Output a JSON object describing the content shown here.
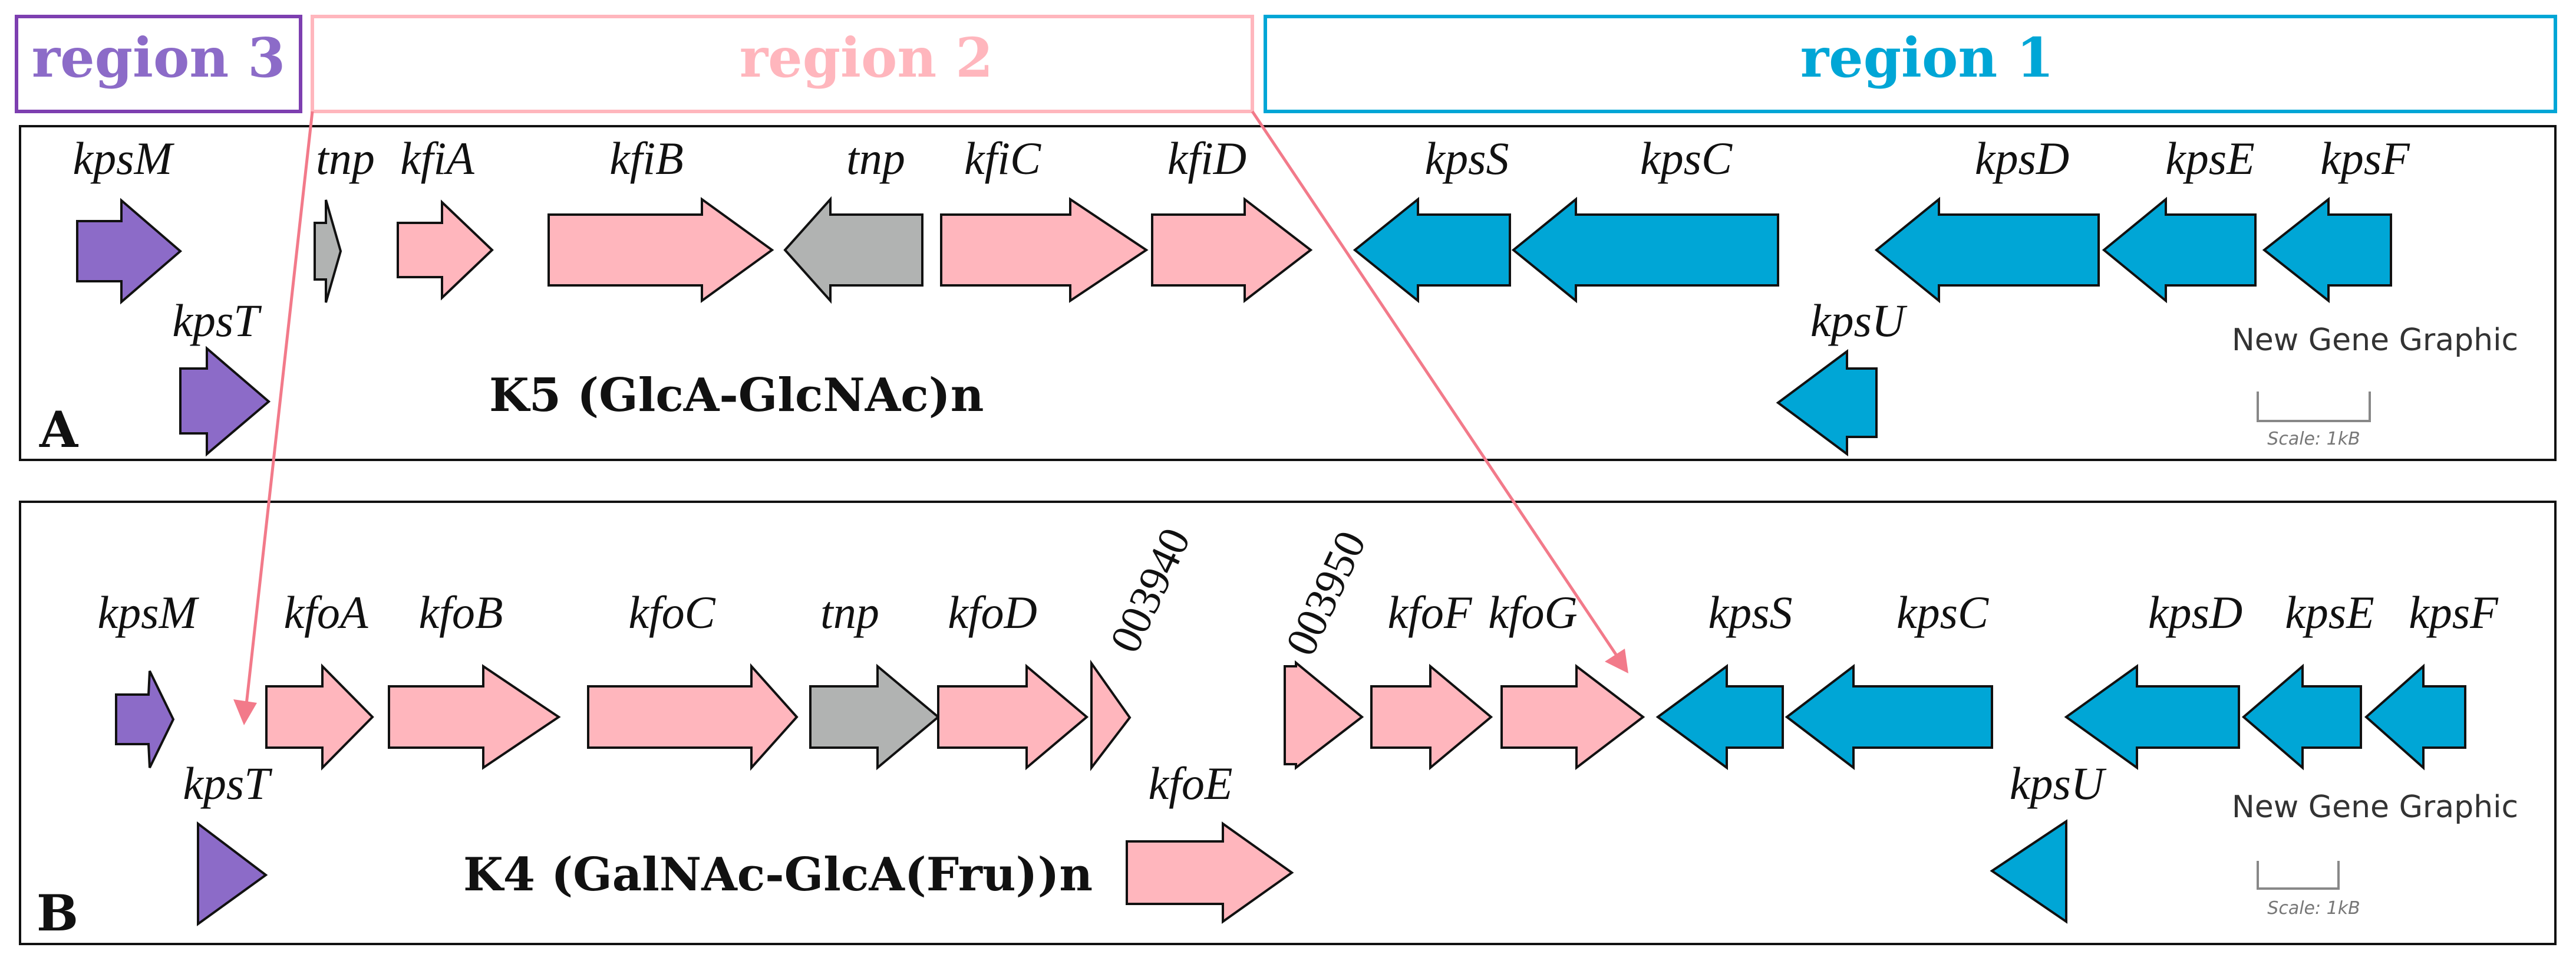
{
  "colors": {
    "region1": "#00a6d6",
    "region2": "#ffb6bd",
    "region3": "#8c6bc8",
    "transposase": "#b1b3b2",
    "connector": "#f27a8a"
  },
  "regions": [
    {
      "id": "region3",
      "label": "region 3"
    },
    {
      "id": "region2",
      "label": "region 2"
    },
    {
      "id": "region1",
      "label": "region 1"
    }
  ],
  "panelA": {
    "letter": "A",
    "title": "K5 (GlcA-GlcNAc)n",
    "graphic_label": "New Gene Graphic",
    "scale_label": "Scale: 1kB",
    "genes": {
      "kpsM": "kpsM",
      "kpsT": "kpsT",
      "tnp1": "tnp",
      "kfiA": "kfiA",
      "kfiB": "kfiB",
      "tnp2": "tnp",
      "kfiC": "kfiC",
      "kfiD": "kfiD",
      "kpsS": "kpsS",
      "kpsC": "kpsC",
      "kpsU": "kpsU",
      "kpsD": "kpsD",
      "kpsE": "kpsE",
      "kpsF": "kpsF"
    }
  },
  "panelB": {
    "letter": "B",
    "title": "K4 (GalNAc-GlcA(Fru))n",
    "graphic_label": "New Gene Graphic",
    "scale_label": "Scale: 1kB",
    "genes": {
      "kpsM": "kpsM",
      "kpsT": "kpsT",
      "kfoA": "kfoA",
      "kfoB": "kfoB",
      "kfoC": "kfoC",
      "tnp": "tnp",
      "kfoD": "kfoD",
      "g003940": "003940",
      "kfoE": "kfoE",
      "g003950": "003950",
      "kfoF": "kfoF",
      "kfoG": "kfoG",
      "kpsS": "kpsS",
      "kpsC": "kpsC",
      "kpsU": "kpsU",
      "kpsD": "kpsD",
      "kpsE": "kpsE",
      "kpsF": "kpsF"
    }
  }
}
